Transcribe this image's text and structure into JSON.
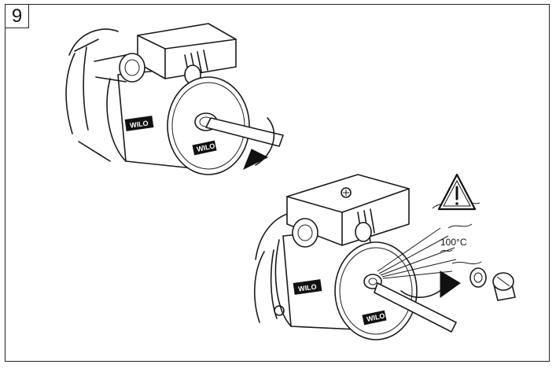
{
  "step": {
    "number": "9"
  },
  "brand": {
    "logo_text": "WILO"
  },
  "warning": {
    "temperature_label": "100°C"
  },
  "icons": [
    "warning-triangle-icon",
    "rotation-arrow-icon",
    "steam-icon"
  ]
}
